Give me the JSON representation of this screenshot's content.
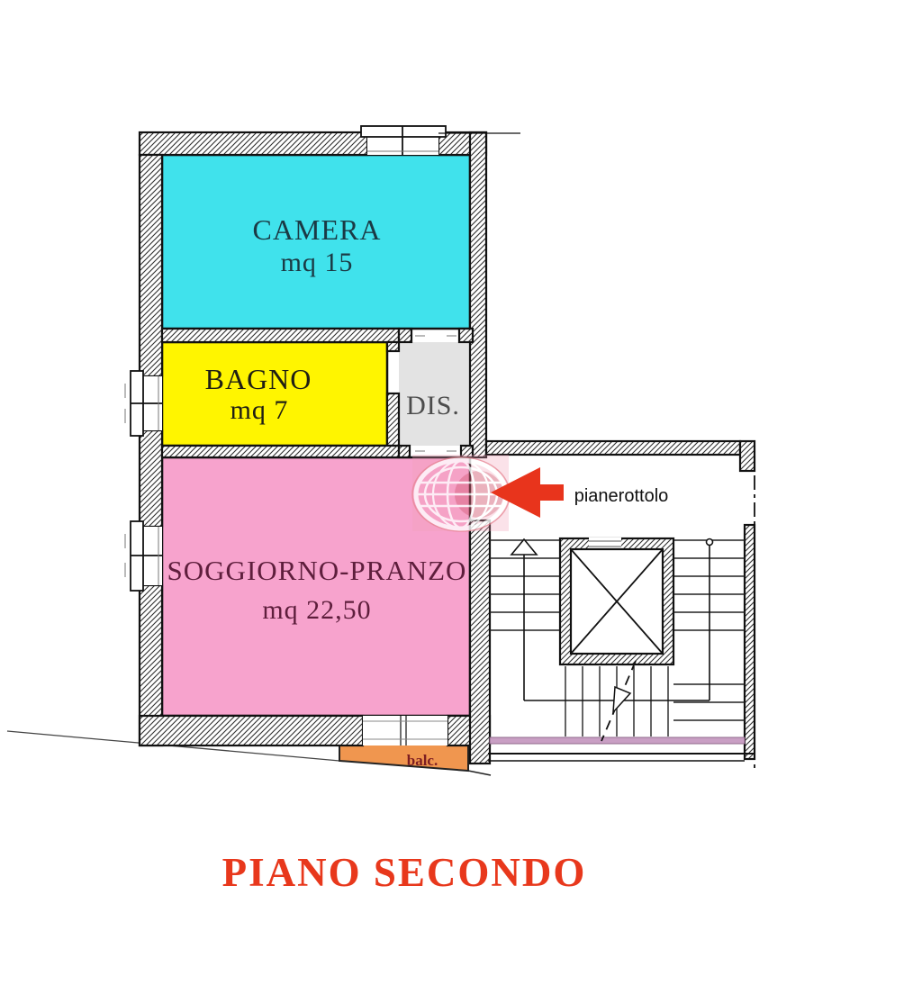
{
  "title": {
    "text": "PIANO SECONDO",
    "color": "#e8381c"
  },
  "rooms": [
    {
      "name": "CAMERA",
      "area": "mq 15",
      "fill": "#40e2ec",
      "label_color": "#1b3a45"
    },
    {
      "name": "BAGNO",
      "area": "mq 7",
      "fill": "#fff500",
      "label_color": "#1f1f14"
    },
    {
      "name": "DIS.",
      "area": "",
      "fill": "#e3e3e3",
      "label_color": "#4c4c4c"
    },
    {
      "name": "SOGGIORNO-PRANZO",
      "area": "mq 22,50",
      "fill": "#f7a3cd",
      "label_color": "#5e1e3c"
    }
  ],
  "balcony": {
    "label": "balc.",
    "fill": "#f0964f",
    "label_color": "#7c1d22"
  },
  "landing": {
    "label": "pianerottolo",
    "label_color": "#111111"
  },
  "entrance_arrow": {
    "color": "#e8341c"
  },
  "stair": {
    "landing_band_color": "#c99fc4"
  },
  "watermark": {
    "icon": "globe-logo"
  }
}
